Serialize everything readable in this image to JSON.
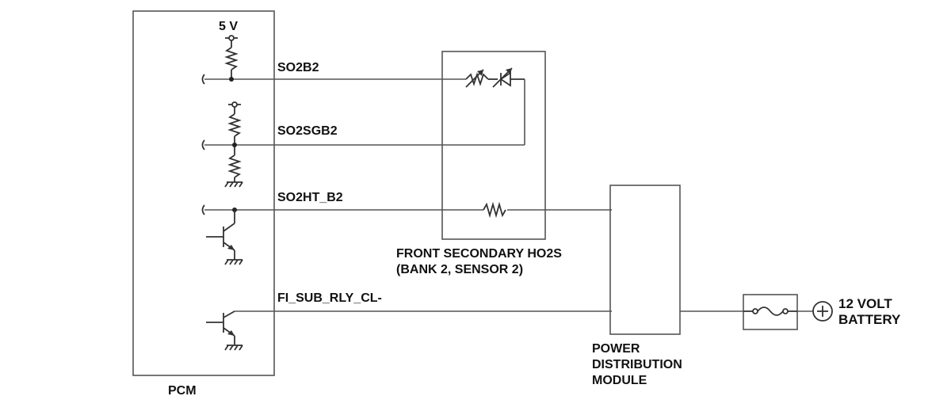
{
  "labels": {
    "supply": "5 V",
    "pcm": "PCM",
    "so2b2": "SO2B2",
    "so2sgb2": "SO2SGB2",
    "so2ht_b2": "SO2HT_B2",
    "fi_sub_rly": "FI_SUB_RLY_CL-",
    "ho2s_line1": "FRONT SECONDARY HO2S",
    "ho2s_line2": "(BANK 2, SENSOR 2)",
    "pdm_line1": "POWER",
    "pdm_line2": "DISTRIBUTION",
    "pdm_line3": "MODULE",
    "battery_line1": "12 VOLT",
    "battery_line2": "BATTERY"
  },
  "colors": {
    "line": "#555555",
    "text": "#111111"
  }
}
